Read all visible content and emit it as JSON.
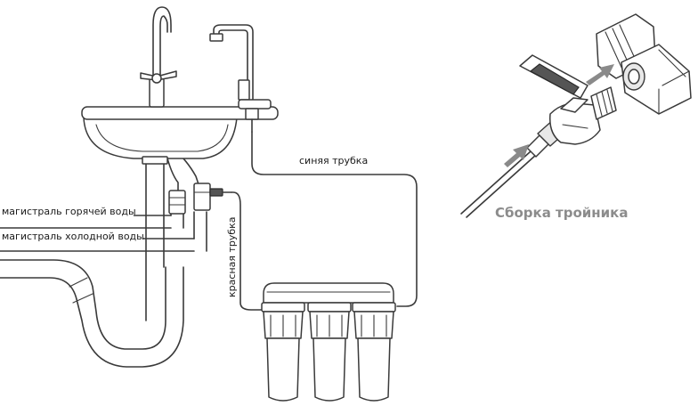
{
  "labels": {
    "hot_main": "магистраль горячей воды",
    "cold_main": "магистраль холодной воды",
    "blue_tube": "синяя трубка",
    "red_tube": "красная трубка",
    "tee_assembly": "Сборка тройника"
  },
  "icons": {
    "main_faucet": "mixer-faucet-icon",
    "filter_faucet": "drinking-water-faucet-icon",
    "tee_valve": "tee-valve-icon",
    "filter_housing": "filter-housing-icon"
  },
  "colors": {
    "line": "#3a3a3a",
    "caption": "#8c8c8c",
    "arrow": "#8a8a8a"
  }
}
